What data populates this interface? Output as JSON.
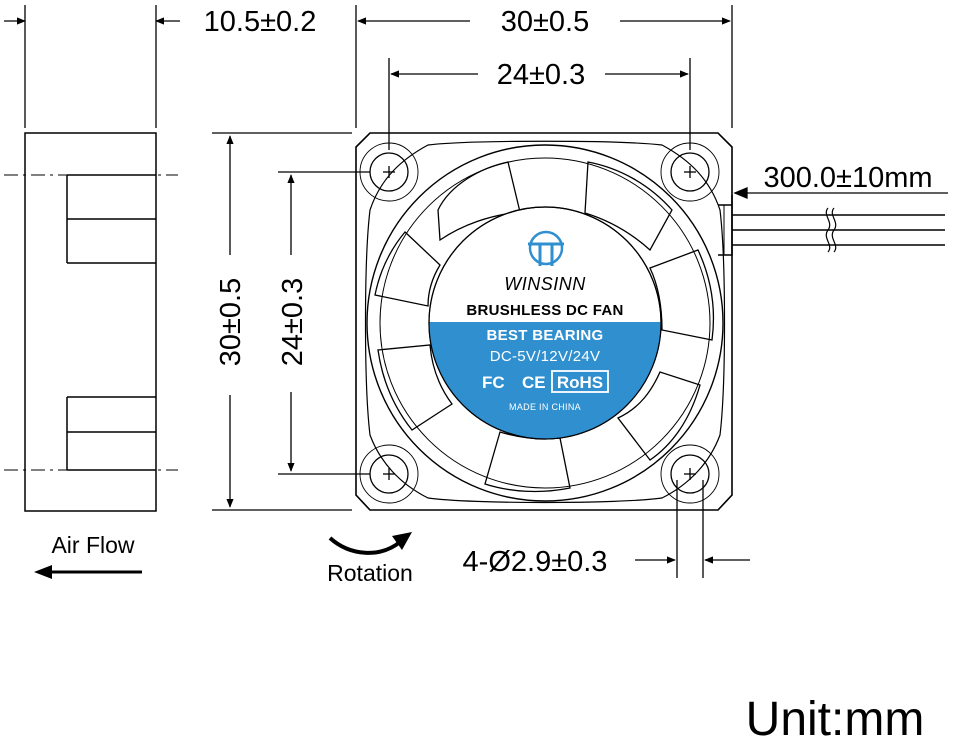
{
  "dimensions": {
    "side_thickness": "10.5±0.2",
    "outer_width": "30±0.5",
    "hole_spacing_width": "24±0.3",
    "outer_height": "30±0.5",
    "hole_spacing_height": "24±0.3",
    "cable_length": "300.0±10mm",
    "hole_diameter": "4-Ø2.9±0.3"
  },
  "labels": {
    "air_flow": "Air Flow",
    "rotation": "Rotation",
    "unit": "Unit:mm"
  },
  "fan_label": {
    "brand": "WINSINN",
    "product": "BRUSHLESS DC FAN",
    "feature": "BEST BEARING",
    "voltage": "DC-5V/12V/24V",
    "cert_fc": "FC",
    "cert_ce": "CE",
    "cert_rohs": "RoHS",
    "origin": "MADE IN CHINA"
  },
  "colors": {
    "label_blue": "#2f8fcf",
    "logo_blue": "#2f8fcf",
    "line": "#000000"
  },
  "icons": {
    "air_flow_arrow": "arrow-left-icon",
    "rotation_arrow": "curved-arrow-clockwise-icon",
    "brand_logo": "winsinn-logo-icon"
  }
}
